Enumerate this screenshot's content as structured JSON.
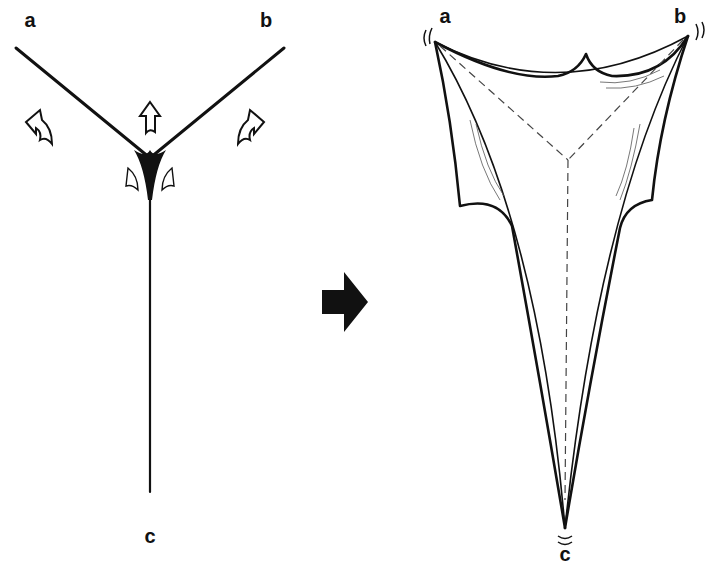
{
  "diagram": {
    "labels": [
      "a",
      "b",
      "c",
      "a",
      "b",
      "c"
    ]
  }
}
